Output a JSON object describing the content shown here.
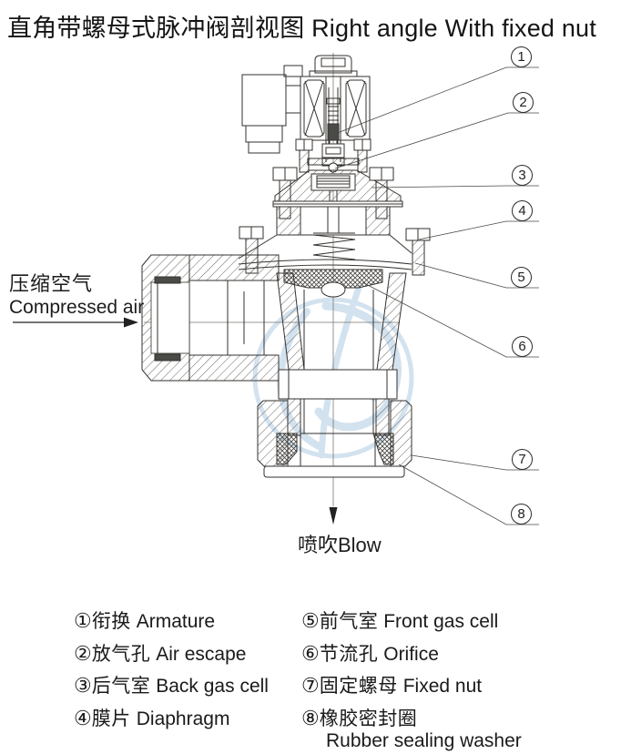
{
  "title": "直角带螺母式脉冲阀剖视图 Right angle With fixed nut",
  "inlet": {
    "zh": "压缩空气",
    "en": "Compressed air"
  },
  "outlet": {
    "label": "喷吹Blow"
  },
  "icons": {
    "inlet_flow": "right-arrow",
    "outlet_flow": "down-arrow",
    "watermark": "brand-swirl-logo"
  },
  "callouts": {
    "labels": [
      "1",
      "2",
      "3",
      "4",
      "5",
      "6",
      "7",
      "8"
    ]
  },
  "legend": {
    "items": [
      {
        "marker": "①",
        "zh": "衔换",
        "en": "Armature"
      },
      {
        "marker": "②",
        "zh": "放气孔",
        "en": "Air escape"
      },
      {
        "marker": "③",
        "zh": "后气室",
        "en": "Back gas cell"
      },
      {
        "marker": "④",
        "zh": "膜片",
        "en": "Diaphragm"
      },
      {
        "marker": "⑤",
        "zh": "前气室",
        "en": "Front gas cell"
      },
      {
        "marker": "⑥",
        "zh": "节流孔",
        "en": "Orifice"
      },
      {
        "marker": "⑦",
        "zh": "固定螺母",
        "en": "Fixed nut"
      },
      {
        "marker": "⑧",
        "zh": "橡胶密封圈",
        "en": "Rubber sealing washer"
      }
    ]
  },
  "colors": {
    "ink": "#1c1c1c",
    "line": "#34322e",
    "watermark": "#cfdfee"
  }
}
